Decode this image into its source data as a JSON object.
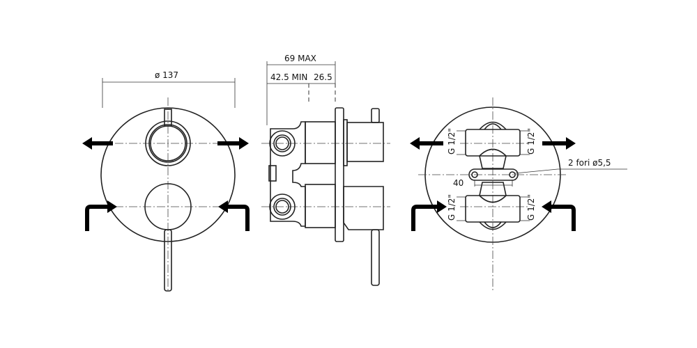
{
  "front_view": {
    "diameter_label": "ø 137"
  },
  "side_view": {
    "max_depth_label": "69 MAX",
    "min_depth_label": "42.5 MIN",
    "plate_depth_label": "26.5"
  },
  "rear_view": {
    "thread_labels": [
      "G 1/2\"",
      "G 1/2\"",
      "G 1/2\"",
      "G 1/2\""
    ],
    "holes_label": "2 fori ø5,5",
    "spacing_label": "40"
  }
}
